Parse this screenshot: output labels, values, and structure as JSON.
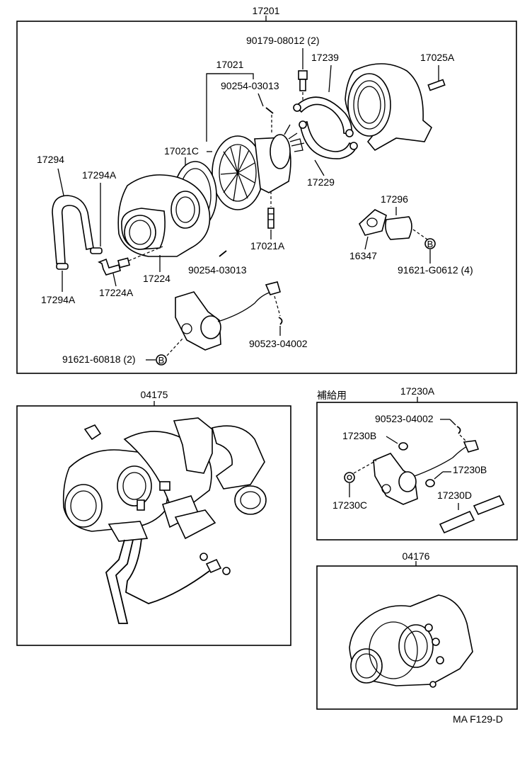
{
  "labels": {
    "top_assembly": "17201",
    "cartridge": "17021",
    "bolt_top": "90179-08012 (2)",
    "clamp": "17239",
    "turbine_housing": "17025A",
    "pin_top": "90254-03013",
    "housing_c": "17021C",
    "hose": "17294",
    "hose_clip_top": "17294A",
    "hose_clip_bottom": "17294A",
    "pipe": "17224A",
    "compressor_housing": "17224",
    "pin_bottom": "90254-03013",
    "stud": "17021A",
    "clamp_ring": "17229",
    "gasket_plate": "17296",
    "gasket": "16347",
    "nut_4": "91621-G0612 (4)",
    "clip_actuator": "90523-04002",
    "nut_2": "91621-60818 (2)",
    "marker_b": "B",
    "panel2_assembly": "04175",
    "panel3_assembly": "17230A",
    "supply_note": "補給用",
    "p3_clip": "90523-04002",
    "p3_washer_a": "17230B",
    "p3_washer_b": "17230B",
    "p3_nut": "17230C",
    "p3_hose": "17230D",
    "panel4_assembly": "04176",
    "figure_code": "MA  F129-D"
  }
}
